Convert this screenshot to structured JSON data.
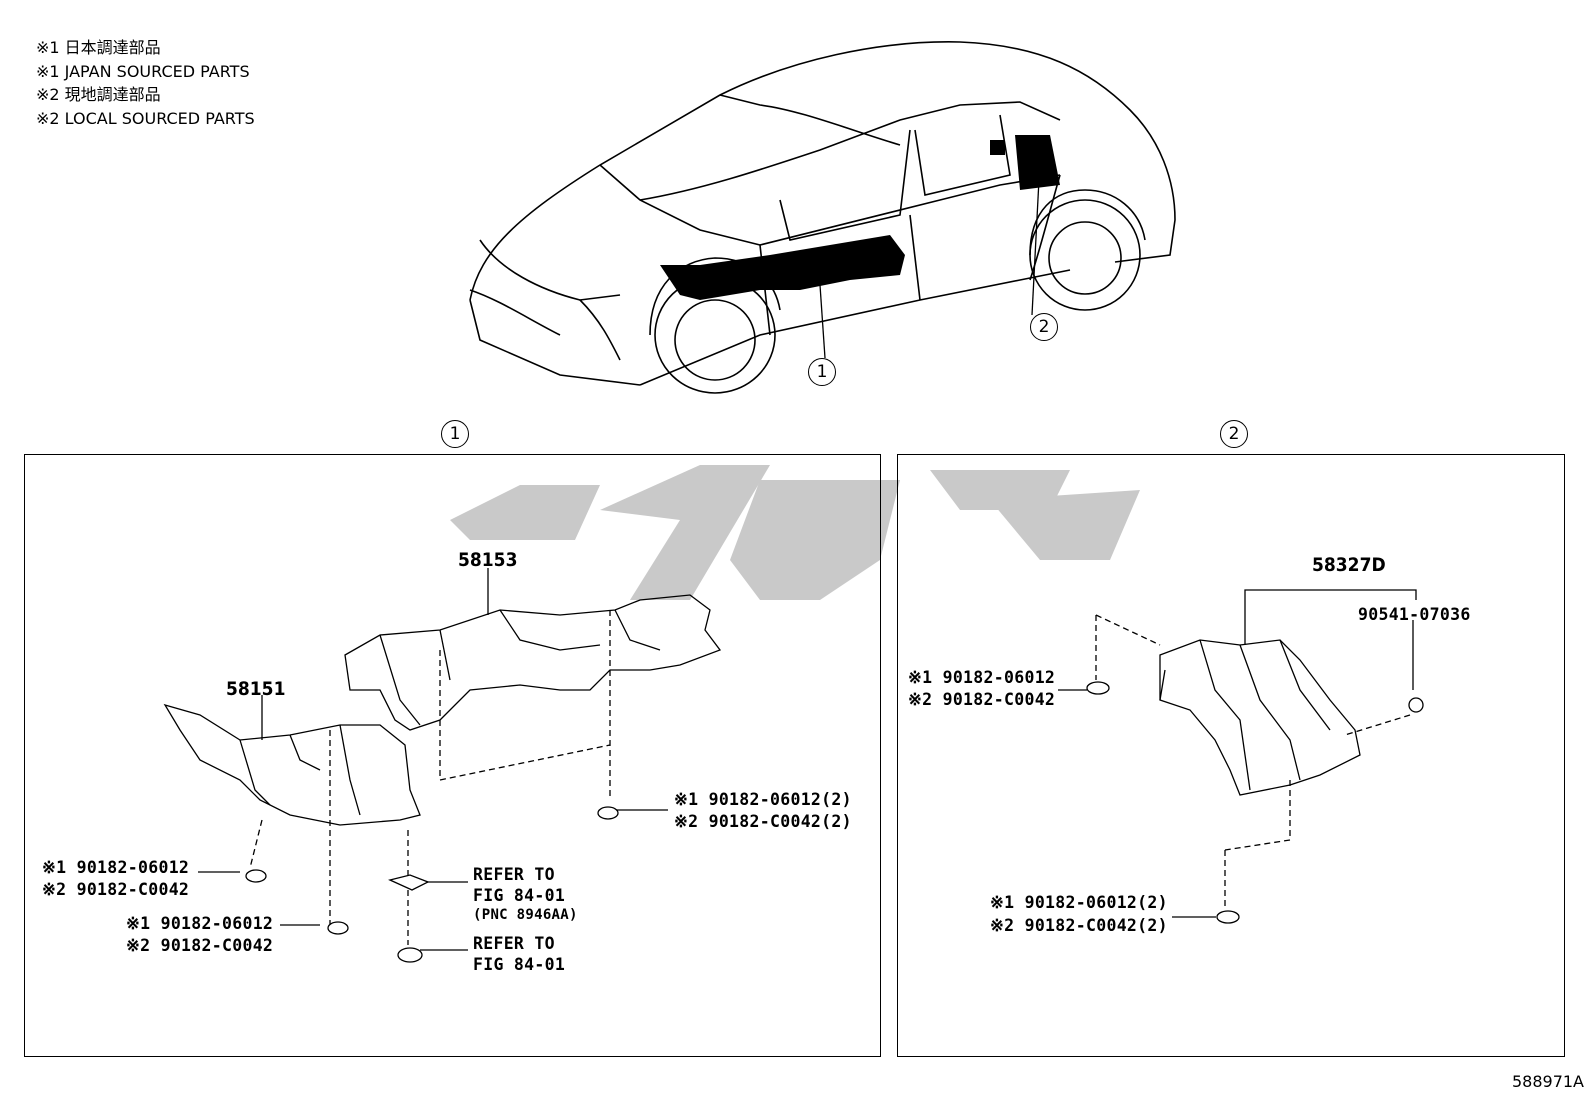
{
  "legend": [
    "※1 日本調達部品",
    "※1 JAPAN SOURCED PARTS",
    "※2 現地調達部品",
    "※2 LOCAL SOURCED PARTS"
  ],
  "callouts": {
    "one": "1",
    "two": "2"
  },
  "panel1": {
    "part_58153": "58153",
    "part_58151": "58151",
    "clip_left_1": "※1 90182-06012",
    "clip_left_2": "※2 90182-C0042",
    "clip_mid_1": "※1 90182-06012",
    "clip_mid_2": "※2 90182-C0042",
    "clip_right_1": "※1 90182-06012(2)",
    "clip_right_2": "※2 90182-C0042(2)",
    "refer_a_1": "REFER TO",
    "refer_a_2": "FIG 84-01",
    "refer_a_3": "(PNC 8946AA)",
    "refer_b_1": "REFER TO",
    "refer_b_2": "FIG 84-01"
  },
  "panel2": {
    "part_58327D": "58327D",
    "part_90541": "90541-07036",
    "clip_top_1": "※1 90182-06012",
    "clip_top_2": "※2 90182-C0042",
    "clip_bot_1": "※1 90182-06012(2)",
    "clip_bot_2": "※2 90182-C0042(2)"
  },
  "footer": "588971A"
}
